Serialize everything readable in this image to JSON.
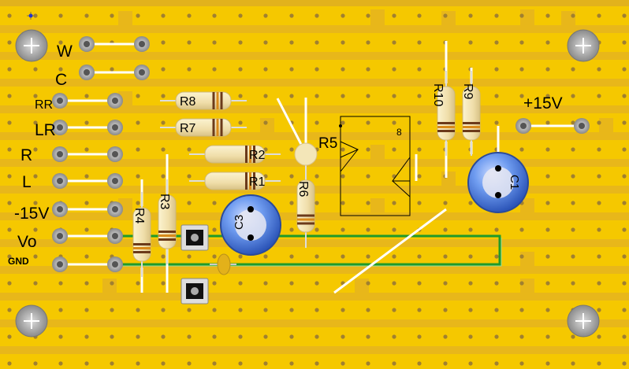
{
  "board_labels": {
    "w": "W",
    "c": "C",
    "rr": "RR",
    "lr": "LR",
    "r": "R",
    "l": "L",
    "neg15": "-15V",
    "vo": "Vo",
    "gnd": "GND",
    "pos15": "+15V"
  },
  "components": {
    "r1": "R1",
    "r2": "R2",
    "r3": "R3",
    "r4": "R4",
    "r5": "R5",
    "r6": "R6",
    "r7": "R7",
    "r8": "R8",
    "r9": "R9",
    "r10": "R10",
    "c1": "C1",
    "c3": "C3",
    "ic_pin": "8"
  },
  "colors": {
    "board": "#e8b71a",
    "copper_strip": "#f5c800",
    "hole": "#a08030",
    "resistor_body": "#f3e6b8",
    "capacitor": "#4a78d8",
    "wire_green": "#1f9a2a"
  }
}
